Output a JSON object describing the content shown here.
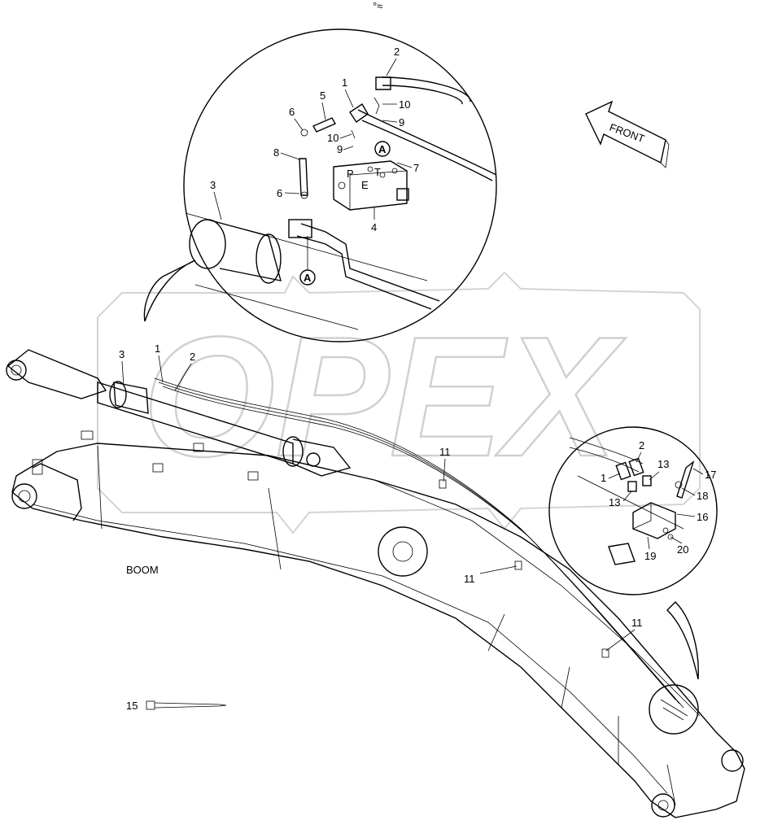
{
  "header": {
    "mark": "°≈"
  },
  "watermark": {
    "text": "OPEX"
  },
  "main_view": {
    "title": "BOOM",
    "callouts": {
      "c1": "1",
      "c2": "2",
      "c3": "3",
      "c11a": "11",
      "c11b": "11",
      "c11c": "11",
      "c15": "15"
    }
  },
  "detail_top": {
    "callouts": {
      "c1": "1",
      "c2": "2",
      "c3": "3",
      "c4": "4",
      "c5": "5",
      "c6a": "6",
      "c6b": "6",
      "c7": "7",
      "c8": "8",
      "c9a": "9",
      "c9b": "9",
      "c10a": "10",
      "c10b": "10"
    },
    "port_labels": {
      "p": "P",
      "t": "T",
      "e": "E"
    },
    "section_marker": "A",
    "front_label": "FRONT"
  },
  "detail_right": {
    "callouts": {
      "c1": "1",
      "c2": "2",
      "c13a": "13",
      "c13b": "13",
      "c16": "16",
      "c17": "17",
      "c18": "18",
      "c19": "19",
      "c20": "20"
    }
  }
}
